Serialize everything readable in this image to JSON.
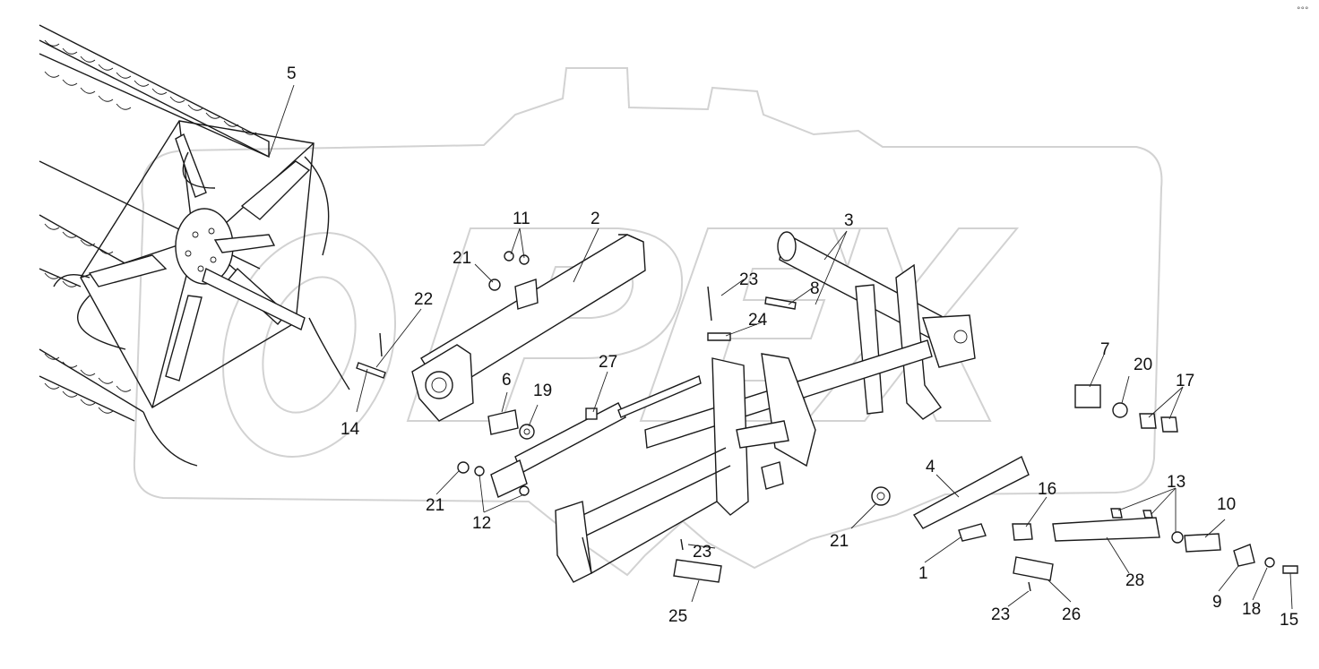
{
  "diagram": {
    "watermark_text": "OPEX",
    "corner_mark": "°°°",
    "callouts": [
      {
        "id": "5",
        "text": "5"
      },
      {
        "id": "11",
        "text": "11"
      },
      {
        "id": "2",
        "text": "2"
      },
      {
        "id": "3",
        "text": "3"
      },
      {
        "id": "21a",
        "text": "21"
      },
      {
        "id": "22",
        "text": "22"
      },
      {
        "id": "23a",
        "text": "23"
      },
      {
        "id": "8",
        "text": "8"
      },
      {
        "id": "24",
        "text": "24"
      },
      {
        "id": "27",
        "text": "27"
      },
      {
        "id": "6",
        "text": "6"
      },
      {
        "id": "19",
        "text": "19"
      },
      {
        "id": "14",
        "text": "14"
      },
      {
        "id": "7",
        "text": "7"
      },
      {
        "id": "20",
        "text": "20"
      },
      {
        "id": "17",
        "text": "17"
      },
      {
        "id": "21b",
        "text": "21"
      },
      {
        "id": "12",
        "text": "12"
      },
      {
        "id": "4",
        "text": "4"
      },
      {
        "id": "16",
        "text": "16"
      },
      {
        "id": "13",
        "text": "13"
      },
      {
        "id": "10",
        "text": "10"
      },
      {
        "id": "21c",
        "text": "21"
      },
      {
        "id": "23b",
        "text": "23"
      },
      {
        "id": "1",
        "text": "1"
      },
      {
        "id": "28",
        "text": "28"
      },
      {
        "id": "9",
        "text": "9"
      },
      {
        "id": "18",
        "text": "18"
      },
      {
        "id": "15",
        "text": "15"
      },
      {
        "id": "25",
        "text": "25"
      },
      {
        "id": "23c",
        "text": "23"
      },
      {
        "id": "26",
        "text": "26"
      }
    ]
  }
}
